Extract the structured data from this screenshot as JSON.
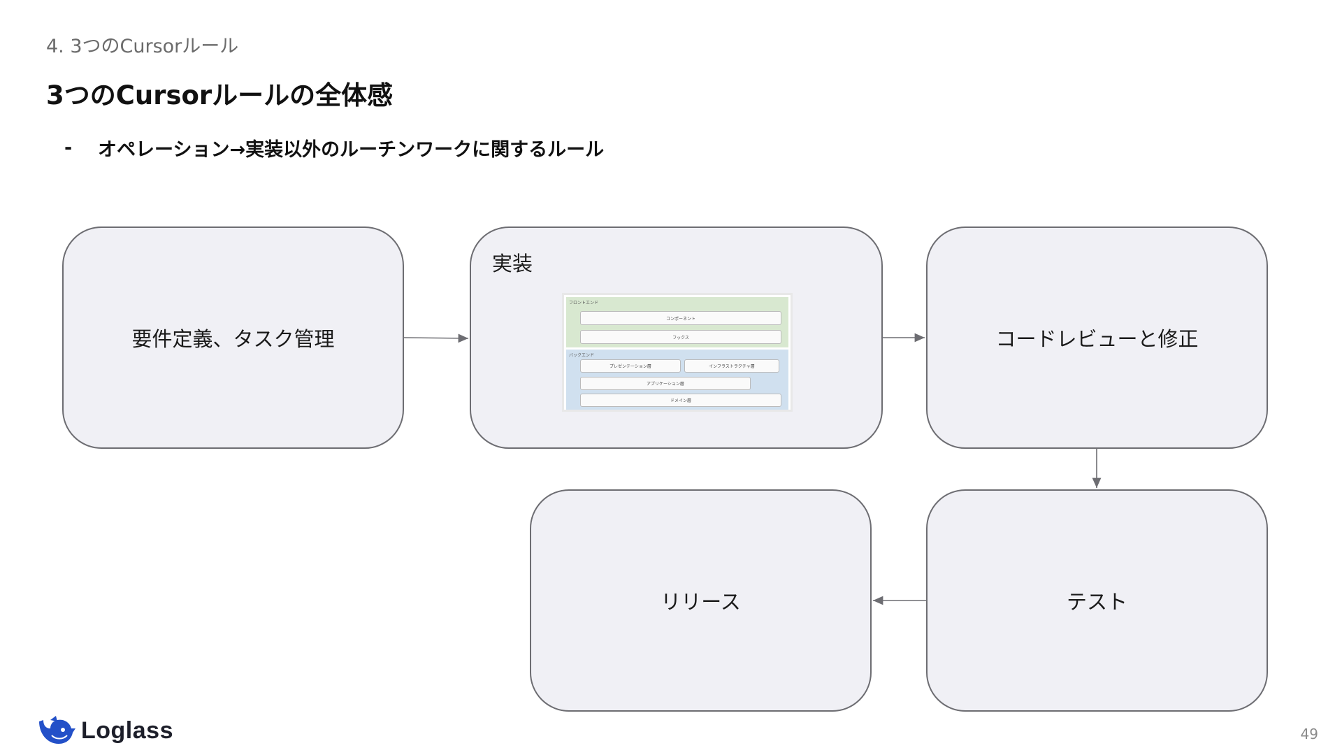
{
  "header": {
    "section": "4. 3つのCursorルール",
    "title": "3つのCursorルールの全体感"
  },
  "bullet": {
    "marker": "-",
    "text": "オペレーション→実装以外のルーチンワークに関するルール"
  },
  "flow": {
    "requirements": "要件定義、タスク管理",
    "implementation": "実装",
    "review": "コードレビューと修正",
    "test": "テスト",
    "release": "リリース"
  },
  "architecture": {
    "frontend_label": "フロントエンド",
    "components": "コンポーネント",
    "hooks": "フックス",
    "backend_label": "バックエンド",
    "presentation": "プレゼンテーション層",
    "infrastructure": "インフラストラクチャ層",
    "application": "アプリケーション層",
    "domain": "ドメイン層"
  },
  "footer": {
    "logo": "Loglass",
    "page": "49"
  },
  "colors": {
    "box_fill": "#f0f0f5",
    "box_border": "#6d6d72",
    "frontend_bg": "#d8e8d0",
    "backend_bg": "#d0e0ef",
    "logo_blue": "#2350c8"
  }
}
